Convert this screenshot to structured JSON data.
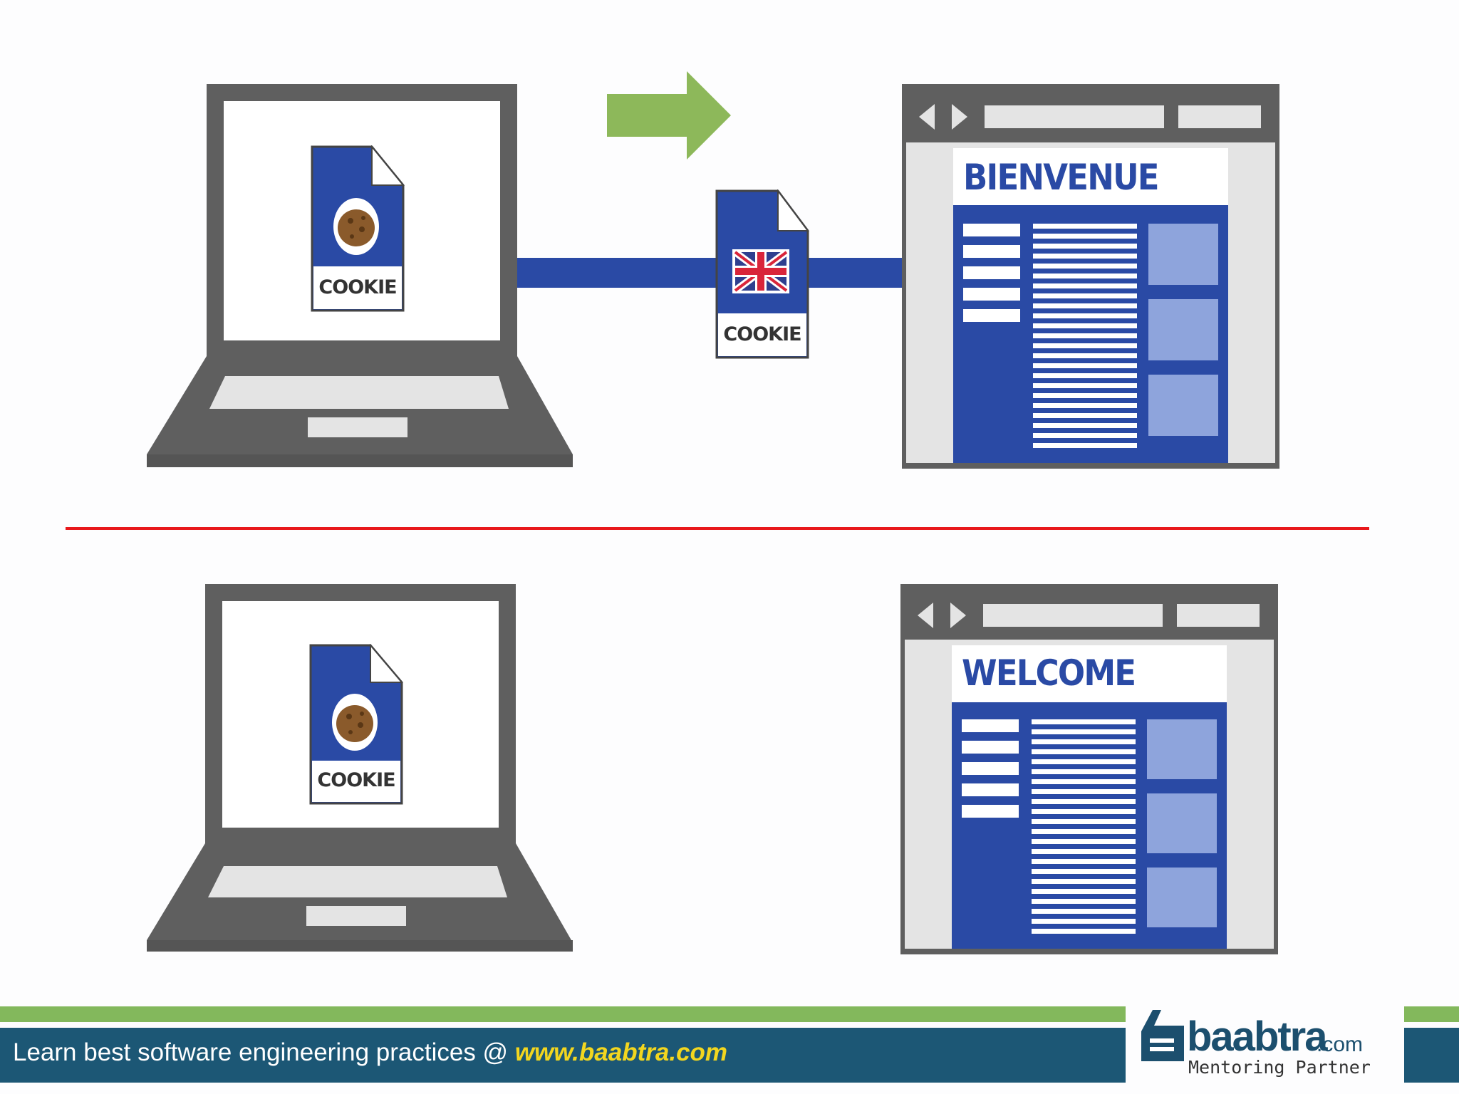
{
  "top": {
    "cookie_on_laptop": "COOKIE",
    "cookie_in_transit": "COOKIE",
    "page_title": "BIENVENUE"
  },
  "bottom": {
    "cookie_on_laptop": "COOKIE",
    "page_title": "WELCOME"
  },
  "footer": {
    "text": "Learn best software engineering practices @ ",
    "url": "www.baabtra.com"
  },
  "logo": {
    "word": "baabtra",
    "suffix": ".com",
    "tagline": "Mentoring Partner"
  },
  "colors": {
    "blue": "#2a4aa5",
    "gray": "#5f5f5f",
    "arrow_green": "#8db85a",
    "divider_red": "#e8181c",
    "footer_teal": "#1c5775",
    "footer_green": "#83b85c",
    "url_yellow": "#f2d61f"
  }
}
